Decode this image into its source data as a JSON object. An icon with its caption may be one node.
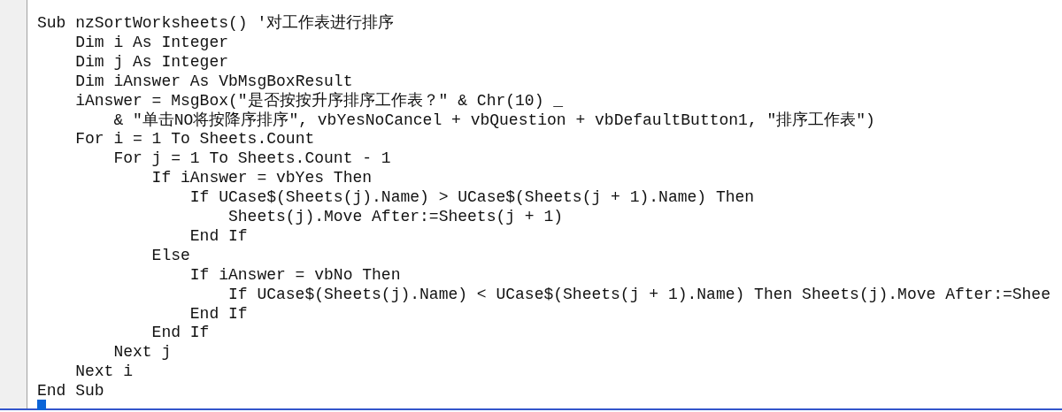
{
  "diagram": {
    "labels": [
      "Sub nzSortWorksheets() '对工作表进行排序",
      "Dim i As Integer",
      "Dim j As Integer",
      "Dim iAnswer As VbMsgBoxResult",
      "iAnswer = MsgBox(\"是否按按升序排序工作表？\" & Chr(10) _",
      "& \"单击NO将按降序排序\", vbYesNoCancel + vbQuestion + vbDefaultButton1, \"排序工作表\")",
      "For i = 1 To Sheets.Count",
      "For j = 1 To Sheets.Count - 1",
      "If iAnswer = vbYes Then",
      "If UCase$(Sheets(j).Name) > UCase$(Sheets(j + 1).Name) Then",
      "Sheets(j).Move After:=Sheets(j + 1)",
      "End If",
      "Else",
      "If iAnswer = vbNo Then",
      "If UCase$(Sheets(j).Name) < UCase$(Sheets(j + 1).Name) Then Sheets(j).Move After:=Shee",
      "End If",
      "End If",
      "Next j",
      "Next i",
      "End Sub"
    ]
  }
}
